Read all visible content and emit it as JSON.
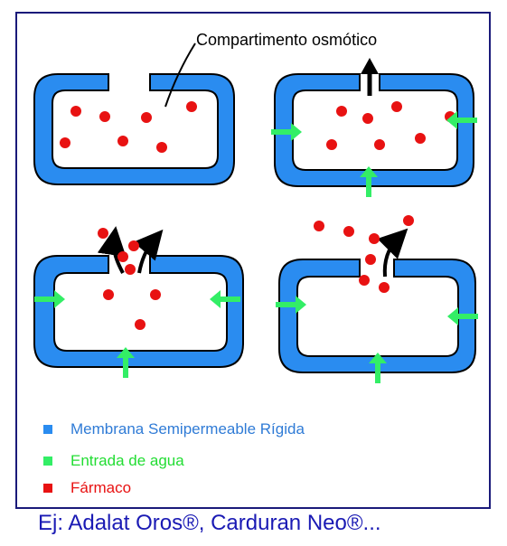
{
  "annotation": {
    "osmotic_label": "Compartimento osmótico"
  },
  "colors": {
    "membrane": "#2a8cf0",
    "water": "#33ee66",
    "drug": "#e81212",
    "legend_membrane_text": "#2f7bd6",
    "legend_water_text": "#22dd33",
    "legend_drug_text": "#e81212",
    "caption": "#1a1ab4",
    "frame": "#1a1a7a"
  },
  "legend": {
    "items": [
      {
        "label": "Membrana Semipermeable Rígida",
        "color": "#2a8cf0",
        "text_color": "#2f7bd6"
      },
      {
        "label": "Entrada de agua",
        "color": "#33ee66",
        "text_color": "#22dd33"
      },
      {
        "label": "Fármaco",
        "color": "#e81212",
        "text_color": "#e81212"
      }
    ]
  },
  "caption": "Ej: Adalat Oros®, Carduran Neo®..."
}
